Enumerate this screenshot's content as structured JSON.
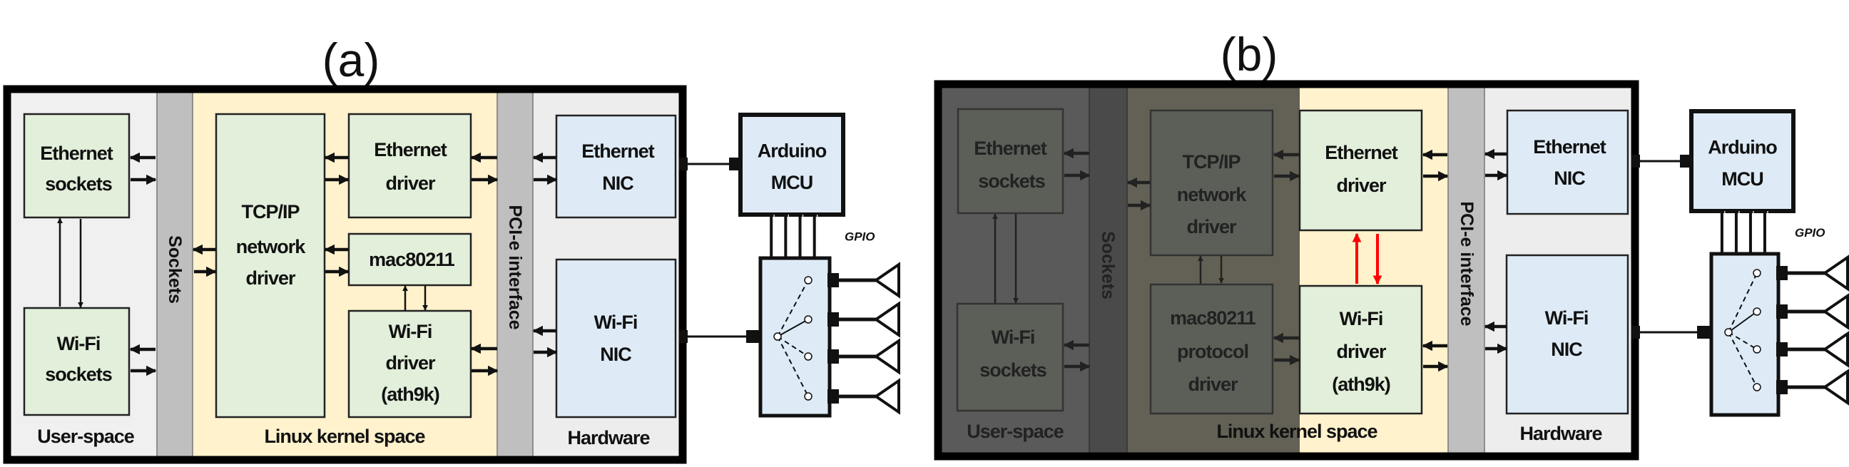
{
  "panel_a": {
    "title": "(a)",
    "regions": {
      "user": "User-space",
      "sockets": "Sockets",
      "kernel": "Linux kernel space",
      "pcie": "PCI-e interface",
      "hardware": "Hardware"
    },
    "eth_sockets": [
      "Ethernet",
      "sockets"
    ],
    "wifi_sockets": [
      "Wi-Fi",
      "sockets"
    ],
    "tcpip": [
      "TCP/IP",
      "network",
      "driver"
    ],
    "eth_driver": [
      "Ethernet",
      "driver"
    ],
    "mac80211": [
      "mac80211"
    ],
    "wifi_driver": [
      "Wi-Fi",
      "driver",
      "(ath9k)"
    ],
    "eth_nic": [
      "Ethernet",
      "NIC"
    ],
    "wifi_nic": [
      "Wi-Fi",
      "NIC"
    ],
    "arduino": [
      "Arduino",
      "MCU"
    ],
    "gpio": "GPIO"
  },
  "panel_b": {
    "title": "(b)",
    "regions": {
      "user": "User-space",
      "sockets": "Sockets",
      "kernel": "Linux kernel space",
      "pcie": "PCI-e interface",
      "hardware": "Hardware"
    },
    "eth_sockets": [
      "Ethernet",
      "sockets"
    ],
    "wifi_sockets": [
      "Wi-Fi",
      "sockets"
    ],
    "tcpip": [
      "TCP/IP",
      "network",
      "driver"
    ],
    "mac80211": [
      "mac80211",
      "protocol",
      "driver"
    ],
    "eth_driver": [
      "Ethernet",
      "driver"
    ],
    "wifi_driver": [
      "Wi-Fi",
      "driver",
      "(ath9k)"
    ],
    "eth_nic": [
      "Ethernet",
      "NIC"
    ],
    "wifi_nic": [
      "Wi-Fi",
      "NIC"
    ],
    "arduino": [
      "Arduino",
      "MCU"
    ],
    "gpio": "GPIO"
  },
  "colors": {
    "user_space": "#f0f0f0",
    "kernel_space": "#fff2cc",
    "bar": "#bfbfbf",
    "hardware": "#ededed",
    "software_box": "#e2efda",
    "hardware_box": "#deebf7",
    "dimmed": "#5a5a5a",
    "highlight_arrow": "#ff0000"
  }
}
